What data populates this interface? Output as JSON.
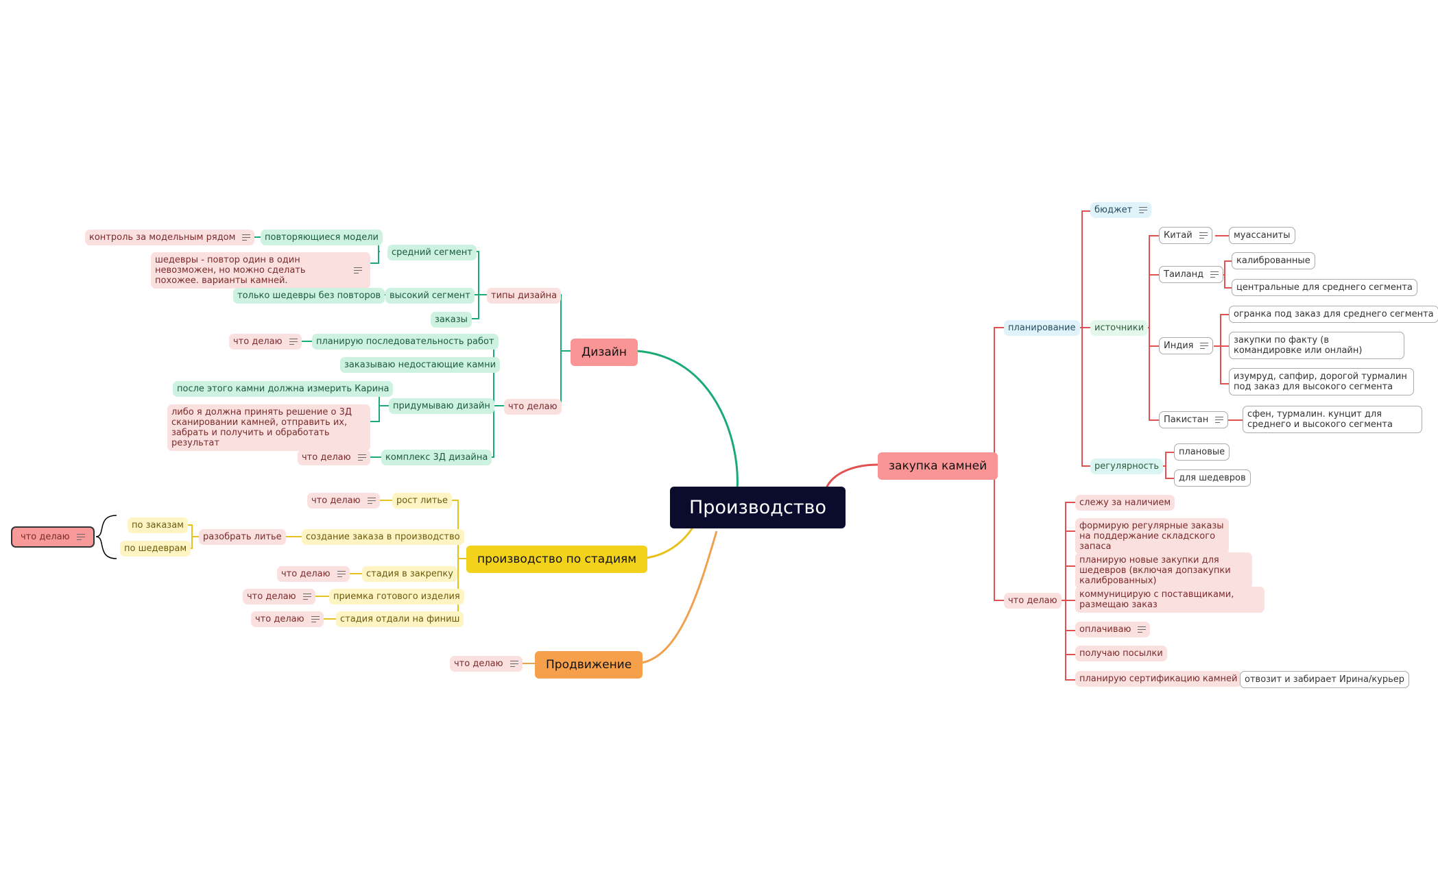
{
  "colors": {
    "design": "#1aaa74",
    "stages": "#e8c21c",
    "promo": "#f0a04e",
    "stones": "#e25050",
    "root_bg": "#0b0b2e"
  },
  "root": "Производство",
  "design": {
    "title": "Дизайн",
    "types": {
      "label": "типы дизайна",
      "middle": "средний сегмент",
      "repeating": "повторяющиеся модели",
      "control": "контроль за модельным рядом",
      "masterpieces_note": "шедевры - повтор один в один невозможен, но можно сделать похожее. варианты камней.",
      "high": "высокий сегмент",
      "only_masterpieces": "только шедевры без повторов",
      "orders": "заказы"
    },
    "doing": {
      "label": "что делаю",
      "plan_seq": "планирую последовательность работ",
      "plan_seq_sub": "что делаю",
      "order_stones": "заказываю недостающие камни",
      "invent": "придумываю дизайн",
      "karina": "после этого камни должна измерить Карина",
      "decide": "либо я должна принять решение о 3Д сканировании камней, отправить их, забрать и получить и обработать результат",
      "complex3d": "комплекс 3Д дизайна",
      "complex3d_sub": "что делаю"
    }
  },
  "stages": {
    "title": "производство по стадиям",
    "casting_growth": "рост литье",
    "casting_growth_sub": "что делаю",
    "create_order": "создание заказа в производство",
    "sort_casting": "разобрать литье",
    "by_orders": "по заказам",
    "by_masterpieces": "по шедеврам",
    "far_doing": "что делаю",
    "fixing": "стадия в закрепку",
    "fixing_sub": "что делаю",
    "accept": "приемка готового изделия",
    "accept_sub": "что делаю",
    "finish": "стадия отдали на финиш",
    "finish_sub": "что делаю"
  },
  "promo": {
    "title": "Продвижение",
    "sub": "что делаю"
  },
  "stones": {
    "title": "закупка камней",
    "planning": "планирование",
    "budget": "бюджет",
    "sources": "источники",
    "china": "Китай",
    "moissanite": "муассаниты",
    "thailand": "Таиланд",
    "calibrated": "калиброванные",
    "central": "центральные для среднего сегмента",
    "india": "Индия",
    "india_1": "огранка под заказ для среднего сегмента",
    "india_2": "закупки по факту (в командировке или онлайн)",
    "india_3": "изумруд, сапфир, дорогой турмалин под заказ для высокого сегмента",
    "pakistan": "Пакистан",
    "pakistan_1": "сфен, турмалин. кунцит для среднего и высокого сегмента",
    "regularity": "регулярность",
    "planned": "плановые",
    "for_masterpieces": "для шедевров",
    "doing": "что делаю",
    "d1": "слежу за наличием",
    "d2": "формирую регулярные заказы на поддержание складского запаса",
    "d3": "планирую новые закупки для шедевров (включая допзакупки калиброванных)",
    "d4": "коммуницирую с поставщиками, размещаю заказ",
    "d5": "оплачиваю",
    "d6": "получаю посылки",
    "d7": "планирую сертификацию камней",
    "d7_sub": "отвозит и забирает Ирина/курьер"
  }
}
